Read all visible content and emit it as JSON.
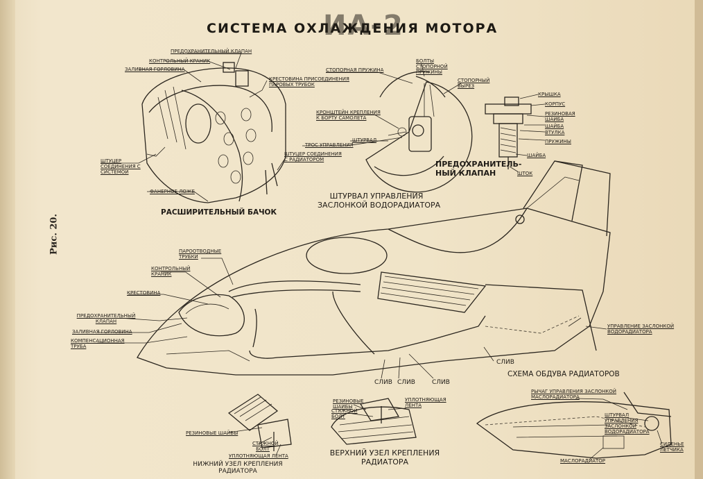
{
  "title": "СИСТЕМА ОХЛАЖДЕНИЯ МОТОРА",
  "ghost_title": "ИА-2",
  "figure_label": "Рис. 20.",
  "tank": {
    "caption": "РАСШИРИТЕЛЬНЫЙ БАЧОК",
    "labels": {
      "safety_valve": "ПРЕДОХРАНИТЕЛЬНЫЙ КЛАПАН",
      "control_valve": "КОНТРОЛЬНЫЙ КРАНИК",
      "filler_neck": "ЗАЛИВНАЯ ГОРЛОВИНА",
      "cross_piece": "КРЕСТОВИНА ПРИСОЕДИНЕНИЯ ПАРОВЫХ ТРУБОК",
      "fitting_system": "ШТУЦЕР СОЕДИНЕНИЯ С СИСТЕМОЙ",
      "fitting_radiator": "ШТУЦЕР СОЕДИНЕНИЯ С РАДИАТОРОМ",
      "plywood_bed": "ФАНЕРНОЕ ЛОЖЕ"
    }
  },
  "wheel": {
    "caption_line1": "ШТУРВАЛ УПРАВЛЕНИЯ",
    "caption_line2": "ЗАСЛОНКОЙ ВОДОРАДИАТОРА",
    "labels": {
      "stop_pin_bolts": "БОЛТЫ СТОПОРНОЙ ПРУЖИНЫ",
      "stop_spring": "СТОПОРНАЯ ПРУЖИНА",
      "stop_notch": "СТОПОРНЫЙ ВЫРЕЗ",
      "bracket": "КРОНШТЕЙН КРЕПЛЕНИЯ К БОРТУ САМОЛЕТА",
      "cable": "ТРОС УПРАВЛЕНИЯ",
      "wheel": "ШТУРВАЛ"
    }
  },
  "valve": {
    "caption_line1": "ПРЕДОХРАНИТЕЛЬ-",
    "caption_line2": "НЫЙ КЛАПАН",
    "labels": {
      "cap": "КРЫШКА",
      "body": "КОРПУС",
      "rubber_washer": "РЕЗИНОВАЯ ШАЙБА",
      "washer": "ШАЙБА",
      "bushing": "ВТУЛКА",
      "springs": "ПРУЖИНЫ",
      "washer2": "ШАЙБА",
      "stem": "ШТОК"
    }
  },
  "main": {
    "labels": {
      "vapor_tubes": "ПАРООТВОДНЫЕ ТРУБКИ",
      "control_cock": "КОНТРОЛЬНЫЙ КРАНИК",
      "cross": "КРЕСТОВИНА",
      "safety_valve": "ПРЕДОХРАНИТЕЛЬНЫЙ КЛАПАН",
      "filler_neck": "ЗАЛИВНАЯ ГОРЛОВИНА",
      "comp_tube": "КОМПЕНСАЦИОННАЯ ТРУБА",
      "flap_control": "УПРАВЛЕНИЕ ЗАСЛОНКОЙ ВОДОРАДИАТОРА",
      "drain1": "СЛИВ",
      "drain2": "СЛИВ",
      "drain3": "СЛИВ",
      "drain4": "СЛИВ"
    }
  },
  "airflow": {
    "caption": "СХЕМА ОБДУВА РАДИАТОРОВ",
    "labels": {
      "oil_flap_lever": "РЫЧАГ УПРАВЛЕНИЯ ЗАСЛОНКОЙ МАСЛОРАДИАТОРА",
      "water_flap_wheel": "ШТУРВАЛ УПРАВЛЕНИЯ ЗАСЛОНКОЙ ВОДОРАДИАТОРА",
      "seat_pilot": "СИДЕНЬЕ ЛЕТЧИКА",
      "oil_radiator": "МАСЛОРАДИАТОР"
    }
  },
  "lower_mount": {
    "caption_line1": "НИЖНИЙ УЗЕЛ КРЕПЛЕНИЯ",
    "caption_line2": "РАДИАТОРА",
    "labels": {
      "rubber_washers": "РЕЗИНОВЫЕ ШАЙБЫ",
      "tie_bolt": "СТЯЖНОЙ БОЛТ",
      "seal_strip": "УПЛОТНЯЮЩАЯ ЛЕНТА"
    }
  },
  "upper_mount": {
    "caption_line1": "ВЕРХНИЙ УЗЕЛ КРЕПЛЕНИЯ",
    "caption_line2": "РАДИАТОРА",
    "labels": {
      "rubber_washers": "РЕЗИНОВЫЕ ШАЙБЫ",
      "tie_bolt": "СТЯЖНОЙ БОЛТ",
      "seal_strip": "УПЛОТНЯЮЩАЯ ЛЕНТА"
    }
  },
  "colors": {
    "paper": "#efe3c9",
    "ink": "#2a251e"
  }
}
